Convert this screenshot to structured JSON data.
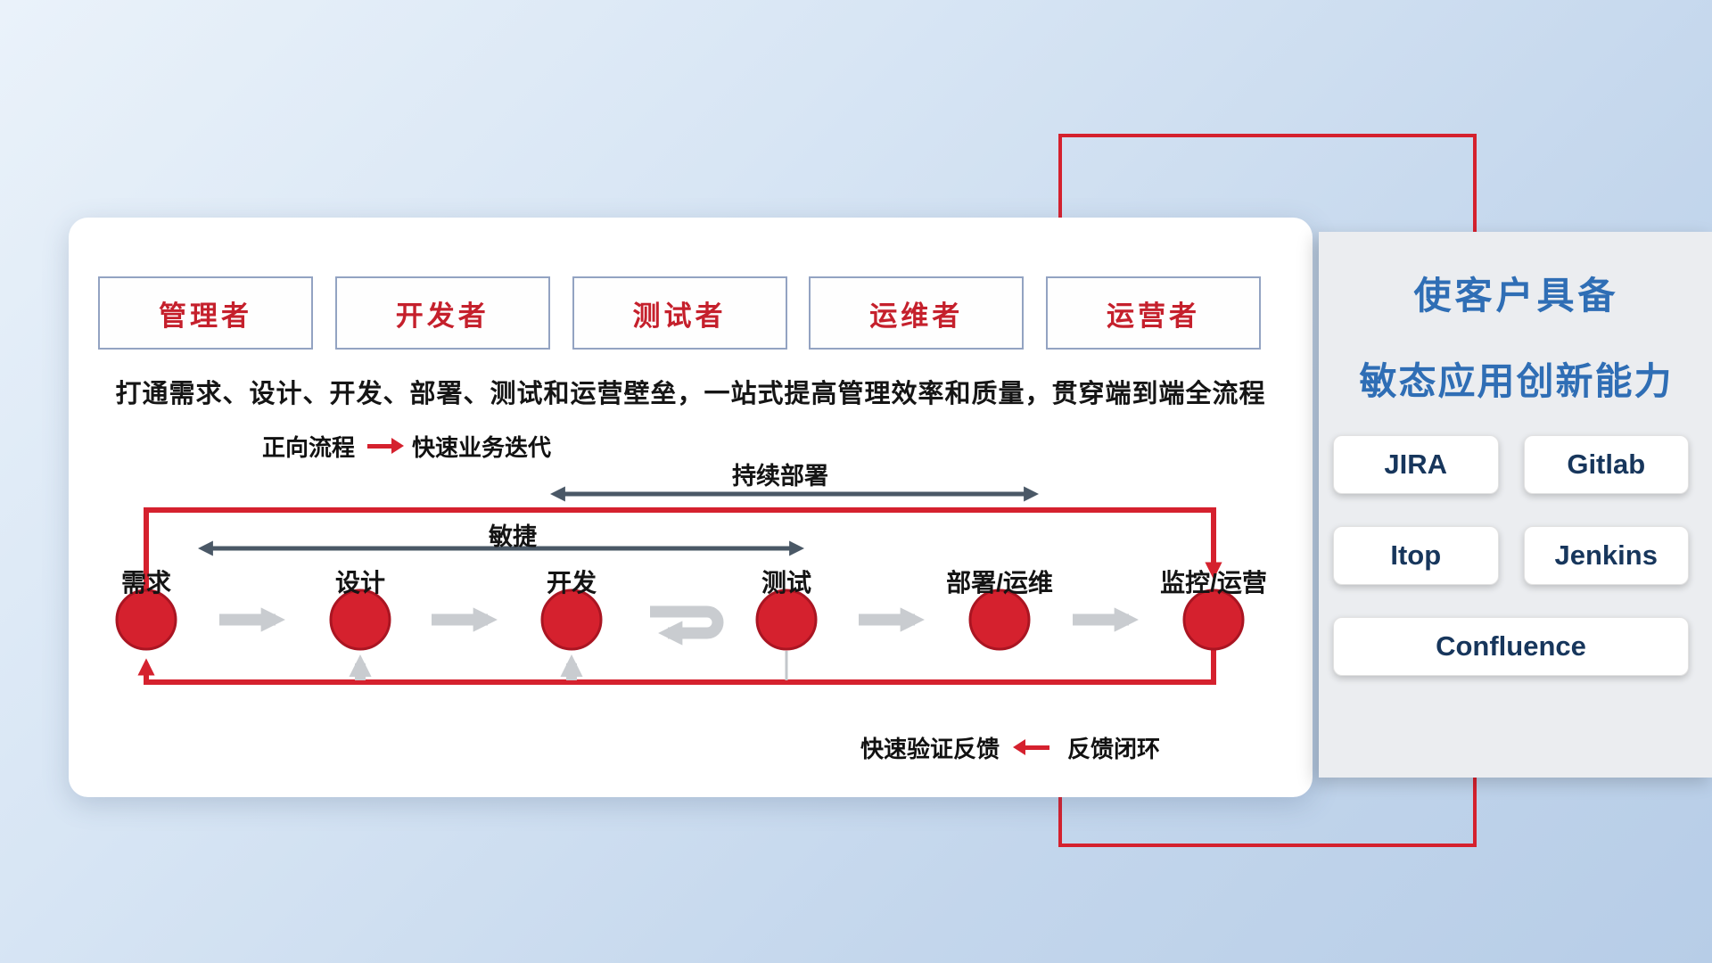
{
  "roles": [
    "管理者",
    "开发者",
    "测试者",
    "运维者",
    "运营者"
  ],
  "description": "打通需求、设计、开发、部署、测试和运营壁垒，一站式提高管理效率和质量，贯穿端到端全流程",
  "legend": {
    "forward_label": "正向流程",
    "forward_desc": "快速业务迭代",
    "feedback_desc": "快速验证反馈",
    "feedback_label": "反馈闭环"
  },
  "flow": {
    "stages": [
      "需求",
      "设计",
      "开发",
      "测试",
      "部署/运维",
      "监控/运营"
    ],
    "agile_label": "敏捷",
    "continuous_deploy_label": "持续部署"
  },
  "right_panel": {
    "title_line1": "使客户具备",
    "title_line2": "敏态应用创新能力",
    "tools": [
      "JIRA",
      "Gitlab",
      "Itop",
      "Jenkins",
      "Confluence"
    ]
  },
  "colors": {
    "accent_red": "#d5212e",
    "title_blue": "#2f6eb5",
    "role_text_red": "#c5202c",
    "flow_arrow_gray": "#c9ccd0",
    "double_arrow_dark": "#4a5866",
    "tool_text_navy": "#17365c"
  }
}
